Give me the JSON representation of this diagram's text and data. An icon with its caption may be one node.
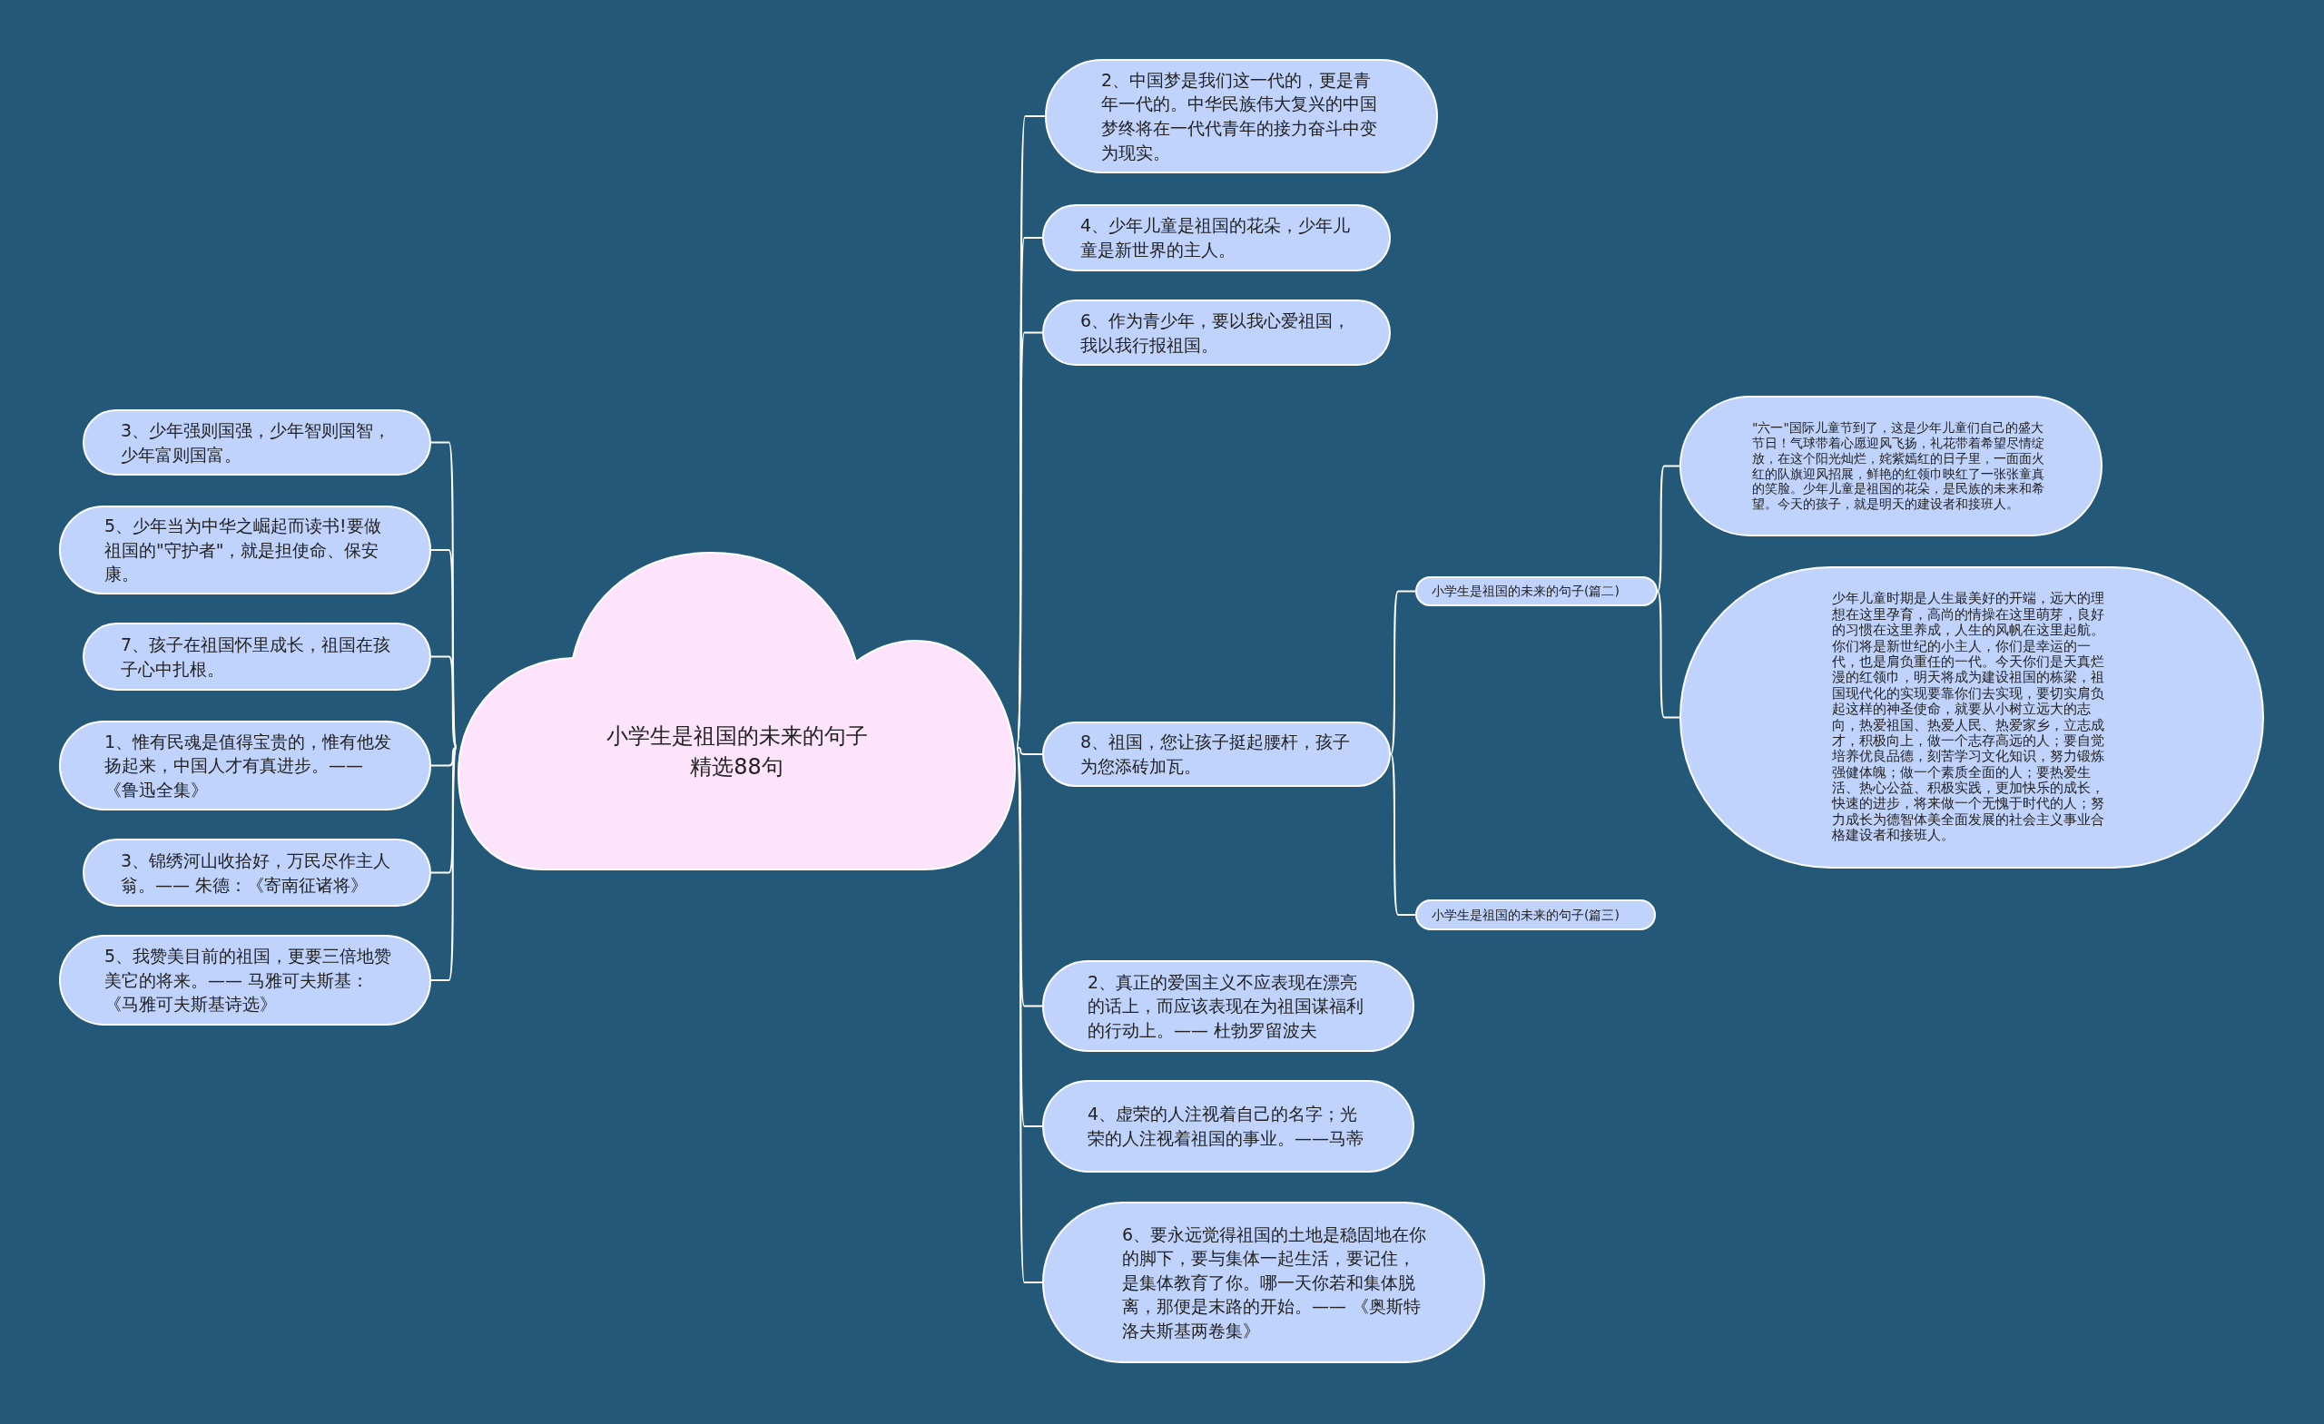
{
  "diagram": {
    "nodes": [
      {
        "text": [
          "小学生是祖国的未来的句子精选88句"
        ]
      },
      {
        "text": [
          "3、少年强则国强，少年智则国智，少年富则国富。"
        ]
      },
      {
        "text": [
          "5、少年当为中华之崛起而读书!要做祖国的\"守护者\"，就是担使命、保安康。"
        ]
      },
      {
        "text": [
          "7、孩子在祖国怀里成长，祖国在孩子心中扎根。"
        ]
      },
      {
        "text": [
          "1、惟有民魂是值得宝贵的，惟有他发扬起来，中国人才有真进步。——《鲁迅全集》"
        ]
      },
      {
        "text": [
          "3、锦绣河山收拾好，万民尽作主人翁。—— 朱德：《寄南征诸将》"
        ]
      },
      {
        "text": [
          "5、我赞美目前的祖国，更要三倍地赞美它的将来。—— 马雅可夫斯基：《马雅可夫斯基诗选》"
        ]
      },
      {
        "text": [
          "2、中国梦是我们这一代的，更是青年一代的。中华民族伟大复兴的中国梦终将在一代代青年的接力奋斗中变为现实。"
        ]
      },
      {
        "text": [
          "4、少年儿童是祖国的花朵，少年儿童是新世界的主人。"
        ]
      },
      {
        "text": [
          "6、作为青少年，要以我心爱祖国，我以我行报祖国。"
        ]
      },
      {
        "text": [
          "8、祖国，您让孩子挺起腰杆，孩子为您添砖加瓦。"
        ]
      },
      {
        "text": [
          "2、真正的爱国主义不应表现在漂亮的话上，而应该表现在为祖国谋福利的行动上。—— 杜勃罗留波夫"
        ]
      },
      {
        "text": [
          "4、虚荣的人注视着自己的名字；光荣的人注视着祖国的事业。——马蒂"
        ]
      },
      {
        "text": [
          "6、要永远觉得祖国的土地是稳固地在你的脚下，要与集体一起生活，要记住，是集体教育了你。哪一天你若和集体脱离，那便是末路的开始。—— 《奥斯特洛夫斯基两卷集》"
        ]
      },
      {
        "text": [
          "小学生是祖国的未来的句子(篇二)"
        ]
      },
      {
        "text": [
          "\"六一\"国际儿童节到了，这是少年儿童们自己的盛大节日！气球带着心愿迎风飞扬，礼花带着希望尽情绽放，在这个阳光灿烂，姹紫嫣红的日子里，一面面火红的队旗迎风招展，鲜艳的红领巾映红了一张张童真的笑脸。少年儿童是祖国的花朵，是民族的未来和希望。今天的孩子，就是明天的建设者和接班人。"
        ]
      },
      {
        "text": [
          "少年儿童时期是人生最美好的开端，远大的理想在这里孕育，高尚的情操在这里萌芽，良好的习惯在这里养成，人生的风帆在这里起航。你们将是新世纪的小主人，你们是幸运的一代，也是肩负重任的一代。今天你们是天真烂漫的红领巾，明天将成为建设祖国的栋梁，祖国现代化的实现要靠你们去实现，要切实肩负起这样的神圣使命，就要从小树立远大的志向，热爱祖国、热爱人民、热爱家乡，立志成才，积极向上，做一个志存高远的人；要自觉培养优良品德，刻苦学习文化知识，努力锻炼强健体魄；做一个素质全面的人；要热爱生活、热心公益、积极实践，更加快乐的成长，快速的进步，将来做一个无愧于时代的人；努力成长为德智体美全面发展的社会主义事业合格建设者和接班人。"
        ]
      },
      {
        "text": [
          "小学生是祖国的未来的句子(篇三)"
        ]
      }
    ],
    "edges": [
      {
        "from": 0,
        "to": 1,
        "arrow": "none"
      },
      {
        "from": 0,
        "to": 2,
        "arrow": "none"
      },
      {
        "from": 0,
        "to": 3,
        "arrow": "none"
      },
      {
        "from": 0,
        "to": 4,
        "arrow": "none"
      },
      {
        "from": 0,
        "to": 5,
        "arrow": "none"
      },
      {
        "from": 0,
        "to": 6,
        "arrow": "none"
      },
      {
        "from": 0,
        "to": 7,
        "arrow": "none"
      },
      {
        "from": 0,
        "to": 8,
        "arrow": "none"
      },
      {
        "from": 0,
        "to": 9,
        "arrow": "none"
      },
      {
        "from": 0,
        "to": 10,
        "arrow": "none"
      },
      {
        "from": 0,
        "to": 11,
        "arrow": "none"
      },
      {
        "from": 0,
        "to": 12,
        "arrow": "none"
      },
      {
        "from": 0,
        "to": 13,
        "arrow": "none"
      },
      {
        "from": 10,
        "to": 14,
        "arrow": "none"
      },
      {
        "from": 14,
        "to": 15,
        "arrow": "none"
      },
      {
        "from": 14,
        "to": 16,
        "arrow": "none"
      },
      {
        "from": 10,
        "to": 17,
        "arrow": "none"
      }
    ]
  }
}
